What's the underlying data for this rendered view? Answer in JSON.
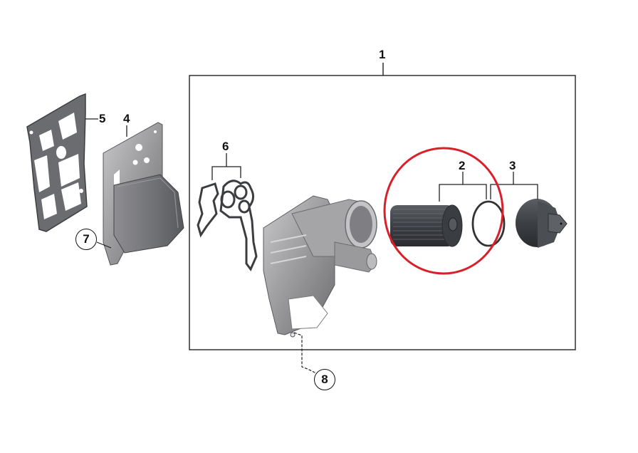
{
  "diagram": {
    "type": "exploded-parts-diagram",
    "subject": "Oil filter housing assembly with oil cooler",
    "highlight_color": "#d9202a",
    "frame_color": "#222222",
    "callouts": [
      {
        "id": "1",
        "label": "1",
        "part": "housing-assembly-frame"
      },
      {
        "id": "2",
        "label": "2",
        "part": "oil-filter-element-and-o-ring",
        "highlighted": true
      },
      {
        "id": "3",
        "label": "3",
        "part": "filter-cap-and-o-ring"
      },
      {
        "id": "4",
        "label": "4",
        "part": "oil-cooler"
      },
      {
        "id": "5",
        "label": "5",
        "part": "gasket"
      },
      {
        "id": "6",
        "label": "6",
        "part": "gasket-set"
      },
      {
        "id": "7",
        "label": "7",
        "part": "screw"
      },
      {
        "id": "8",
        "label": "8",
        "part": "bolt"
      }
    ]
  }
}
